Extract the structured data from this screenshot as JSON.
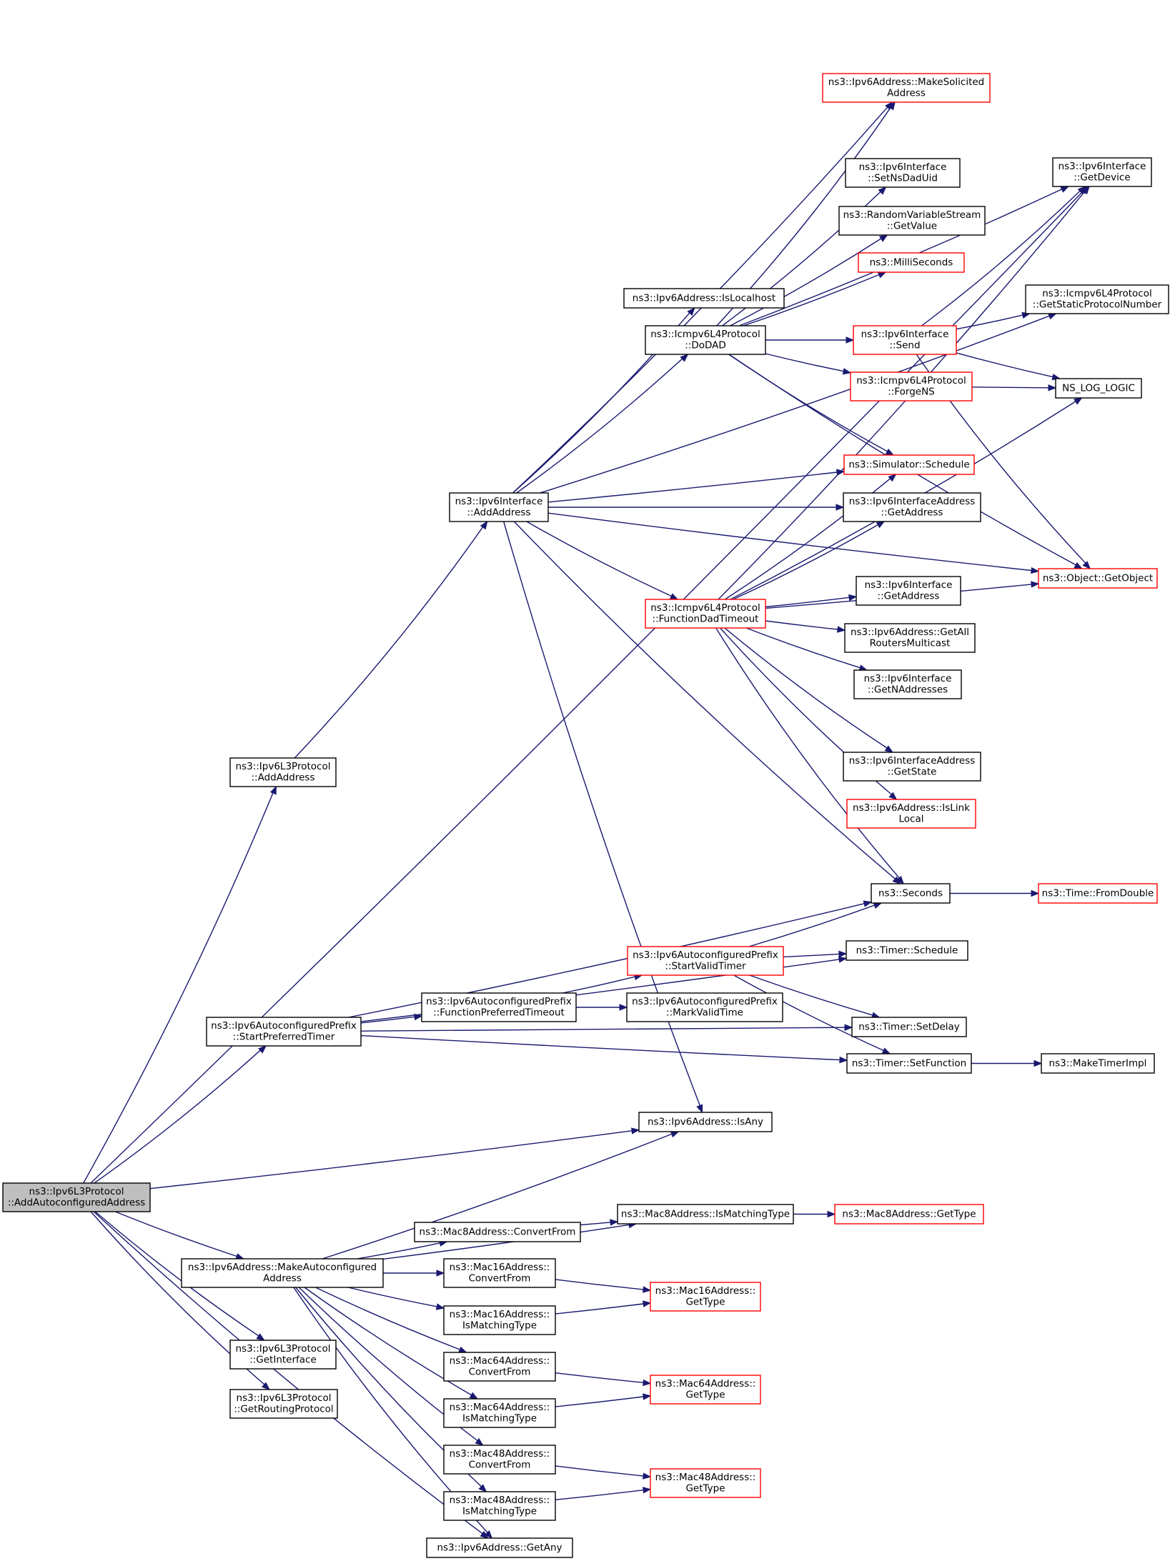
{
  "nodes": [
    {
      "id": "root",
      "lines": [
        "ns3::Ipv6L3Protocol",
        "::AddAutoconfiguredAddress"
      ],
      "border": "root"
    },
    {
      "id": "l3AddAddress",
      "lines": [
        "ns3::Ipv6L3Protocol",
        "::AddAddress"
      ],
      "border": "black"
    },
    {
      "id": "ifAddAddress",
      "lines": [
        "ns3::Ipv6Interface",
        "::AddAddress"
      ],
      "border": "black"
    },
    {
      "id": "makeSolicited",
      "lines": [
        "ns3::Ipv6Address::MakeSolicited",
        "Address"
      ],
      "border": "red"
    },
    {
      "id": "getDevice",
      "lines": [
        "ns3::Ipv6Interface",
        "::GetDevice"
      ],
      "border": "black"
    },
    {
      "id": "setNsDadUid",
      "lines": [
        "ns3::Ipv6Interface",
        "::SetNsDadUid"
      ],
      "border": "black"
    },
    {
      "id": "rvsGetValue",
      "lines": [
        "ns3::RandomVariableStream",
        "::GetValue"
      ],
      "border": "black"
    },
    {
      "id": "milliSeconds",
      "lines": [
        "ns3::MilliSeconds"
      ],
      "border": "red"
    },
    {
      "id": "getStaticProto",
      "lines": [
        "ns3::Icmpv6L4Protocol",
        "::GetStaticProtocolNumber"
      ],
      "border": "black"
    },
    {
      "id": "isLocalhost",
      "lines": [
        "ns3::Ipv6Address::IsLocalhost"
      ],
      "border": "black"
    },
    {
      "id": "doDAD",
      "lines": [
        "ns3::Icmpv6L4Protocol",
        "::DoDAD"
      ],
      "border": "black"
    },
    {
      "id": "ifSend",
      "lines": [
        "ns3::Ipv6Interface",
        "::Send"
      ],
      "border": "red"
    },
    {
      "id": "forgeNS",
      "lines": [
        "ns3::Icmpv6L4Protocol",
        "::ForgeNS"
      ],
      "border": "red"
    },
    {
      "id": "nsLogLogic",
      "lines": [
        "NS_LOG_LOGIC"
      ],
      "border": "black"
    },
    {
      "id": "simSchedule",
      "lines": [
        "ns3::Simulator::Schedule"
      ],
      "border": "red"
    },
    {
      "id": "ifaGetAddress",
      "lines": [
        "ns3::Ipv6InterfaceAddress",
        "::GetAddress"
      ],
      "border": "black"
    },
    {
      "id": "getObject",
      "lines": [
        "ns3::Object::GetObject"
      ],
      "border": "red"
    },
    {
      "id": "funcDadTimeout",
      "lines": [
        "ns3::Icmpv6L4Protocol",
        "::FunctionDadTimeout"
      ],
      "border": "red"
    },
    {
      "id": "ifGetAddress",
      "lines": [
        "ns3::Ipv6Interface",
        "::GetAddress"
      ],
      "border": "black"
    },
    {
      "id": "getAllRouters",
      "lines": [
        "ns3::Ipv6Address::GetAll",
        "RoutersMulticast"
      ],
      "border": "black"
    },
    {
      "id": "getNAddresses",
      "lines": [
        "ns3::Ipv6Interface",
        "::GetNAddresses"
      ],
      "border": "black"
    },
    {
      "id": "ifaGetState",
      "lines": [
        "ns3::Ipv6InterfaceAddress",
        "::GetState"
      ],
      "border": "black"
    },
    {
      "id": "isLinkLocal",
      "lines": [
        "ns3::Ipv6Address::IsLink",
        "Local"
      ],
      "border": "red"
    },
    {
      "id": "seconds",
      "lines": [
        "ns3::Seconds"
      ],
      "border": "black"
    },
    {
      "id": "fromDouble",
      "lines": [
        "ns3::Time::FromDouble"
      ],
      "border": "red"
    },
    {
      "id": "timerSchedule",
      "lines": [
        "ns3::Timer::Schedule"
      ],
      "border": "black"
    },
    {
      "id": "startValid",
      "lines": [
        "ns3::Ipv6AutoconfiguredPrefix",
        "::StartValidTimer"
      ],
      "border": "red"
    },
    {
      "id": "timerSetDelay",
      "lines": [
        "ns3::Timer::SetDelay"
      ],
      "border": "black"
    },
    {
      "id": "funcPrefTimeout",
      "lines": [
        "ns3::Ipv6AutoconfiguredPrefix",
        "::FunctionPreferredTimeout"
      ],
      "border": "black"
    },
    {
      "id": "markValid",
      "lines": [
        "ns3::Ipv6AutoconfiguredPrefix",
        "::MarkValidTime"
      ],
      "border": "black"
    },
    {
      "id": "startPreferred",
      "lines": [
        "ns3::Ipv6AutoconfiguredPrefix",
        "::StartPreferredTimer"
      ],
      "border": "black"
    },
    {
      "id": "timerSetFunction",
      "lines": [
        "ns3::Timer::SetFunction"
      ],
      "border": "black"
    },
    {
      "id": "makeTimerImpl",
      "lines": [
        "ns3::MakeTimerImpl"
      ],
      "border": "black"
    },
    {
      "id": "isAny",
      "lines": [
        "ns3::Ipv6Address::IsAny"
      ],
      "border": "black"
    },
    {
      "id": "mac8ConvertFrom",
      "lines": [
        "ns3::Mac8Address::ConvertFrom"
      ],
      "border": "black"
    },
    {
      "id": "mac8IsMatching",
      "lines": [
        "ns3::Mac8Address::IsMatchingType"
      ],
      "border": "black"
    },
    {
      "id": "mac8GetType",
      "lines": [
        "ns3::Mac8Address::GetType"
      ],
      "border": "red"
    },
    {
      "id": "makeAutoconf",
      "lines": [
        "ns3::Ipv6Address::MakeAutoconfigured",
        "Address"
      ],
      "border": "black"
    },
    {
      "id": "mac16Convert",
      "lines": [
        "ns3::Mac16Address::",
        "ConvertFrom"
      ],
      "border": "black"
    },
    {
      "id": "mac16GetType",
      "lines": [
        "ns3::Mac16Address::",
        "GetType"
      ],
      "border": "red"
    },
    {
      "id": "mac16Matching",
      "lines": [
        "ns3::Mac16Address::",
        "IsMatchingType"
      ],
      "border": "black"
    },
    {
      "id": "mac64Convert",
      "lines": [
        "ns3::Mac64Address::",
        "ConvertFrom"
      ],
      "border": "black"
    },
    {
      "id": "mac64GetType",
      "lines": [
        "ns3::Mac64Address::",
        "GetType"
      ],
      "border": "red"
    },
    {
      "id": "mac64Matching",
      "lines": [
        "ns3::Mac64Address::",
        "IsMatchingType"
      ],
      "border": "black"
    },
    {
      "id": "l3GetInterface",
      "lines": [
        "ns3::Ipv6L3Protocol",
        "::GetInterface"
      ],
      "border": "black"
    },
    {
      "id": "l3GetRouting",
      "lines": [
        "ns3::Ipv6L3Protocol",
        "::GetRoutingProtocol"
      ],
      "border": "black"
    },
    {
      "id": "mac48Convert",
      "lines": [
        "ns3::Mac48Address::",
        "ConvertFrom"
      ],
      "border": "black"
    },
    {
      "id": "mac48GetType",
      "lines": [
        "ns3::Mac48Address::",
        "GetType"
      ],
      "border": "red"
    },
    {
      "id": "mac48Matching",
      "lines": [
        "ns3::Mac48Address::",
        "IsMatchingType"
      ],
      "border": "black"
    },
    {
      "id": "getAny",
      "lines": [
        "ns3::Ipv6Address::GetAny"
      ],
      "border": "black"
    }
  ],
  "edges": [
    {
      "from": "root",
      "to": "getDevice"
    },
    {
      "from": "root",
      "to": "l3AddAddress"
    },
    {
      "from": "root",
      "to": "startPreferred"
    },
    {
      "from": "root",
      "to": "isAny"
    },
    {
      "from": "root",
      "to": "makeAutoconf"
    },
    {
      "from": "root",
      "to": "l3GetInterface"
    },
    {
      "from": "root",
      "to": "l3GetRouting"
    },
    {
      "from": "root",
      "to": "getAny"
    },
    {
      "from": "l3AddAddress",
      "to": "ifAddAddress"
    },
    {
      "from": "ifAddAddress",
      "to": "makeSolicited"
    },
    {
      "from": "ifAddAddress",
      "to": "getStaticProto"
    },
    {
      "from": "ifAddAddress",
      "to": "isLocalhost"
    },
    {
      "from": "ifAddAddress",
      "to": "doDAD"
    },
    {
      "from": "ifAddAddress",
      "to": "simSchedule"
    },
    {
      "from": "ifAddAddress",
      "to": "ifaGetAddress"
    },
    {
      "from": "ifAddAddress",
      "to": "funcDadTimeout"
    },
    {
      "from": "ifAddAddress",
      "to": "getObject"
    },
    {
      "from": "ifAddAddress",
      "to": "seconds"
    },
    {
      "from": "ifAddAddress",
      "to": "isAny"
    },
    {
      "from": "doDAD",
      "to": "makeSolicited"
    },
    {
      "from": "doDAD",
      "to": "getDevice"
    },
    {
      "from": "doDAD",
      "to": "setNsDadUid"
    },
    {
      "from": "doDAD",
      "to": "rvsGetValue"
    },
    {
      "from": "doDAD",
      "to": "milliSeconds"
    },
    {
      "from": "doDAD",
      "to": "ifSend"
    },
    {
      "from": "doDAD",
      "to": "forgeNS"
    },
    {
      "from": "doDAD",
      "to": "simSchedule"
    },
    {
      "from": "doDAD",
      "to": "getObject"
    },
    {
      "from": "ifSend",
      "to": "getDevice"
    },
    {
      "from": "ifSend",
      "to": "getStaticProto"
    },
    {
      "from": "ifSend",
      "to": "nsLogLogic"
    },
    {
      "from": "ifSend",
      "to": "getObject"
    },
    {
      "from": "forgeNS",
      "to": "nsLogLogic"
    },
    {
      "from": "funcDadTimeout",
      "to": "getDevice"
    },
    {
      "from": "funcDadTimeout",
      "to": "nsLogLogic"
    },
    {
      "from": "funcDadTimeout",
      "to": "simSchedule"
    },
    {
      "from": "funcDadTimeout",
      "to": "ifaGetAddress"
    },
    {
      "from": "funcDadTimeout",
      "to": "getObject"
    },
    {
      "from": "funcDadTimeout",
      "to": "ifGetAddress"
    },
    {
      "from": "funcDadTimeout",
      "to": "getAllRouters"
    },
    {
      "from": "funcDadTimeout",
      "to": "getNAddresses"
    },
    {
      "from": "funcDadTimeout",
      "to": "ifaGetState"
    },
    {
      "from": "funcDadTimeout",
      "to": "isLinkLocal"
    },
    {
      "from": "funcDadTimeout",
      "to": "seconds"
    },
    {
      "from": "seconds",
      "to": "fromDouble"
    },
    {
      "from": "startPreferred",
      "to": "seconds"
    },
    {
      "from": "startPreferred",
      "to": "timerSchedule"
    },
    {
      "from": "startPreferred",
      "to": "funcPrefTimeout"
    },
    {
      "from": "startPreferred",
      "to": "timerSetDelay"
    },
    {
      "from": "startPreferred",
      "to": "timerSetFunction"
    },
    {
      "from": "funcPrefTimeout",
      "to": "startValid"
    },
    {
      "from": "funcPrefTimeout",
      "to": "markValid"
    },
    {
      "from": "startValid",
      "to": "seconds"
    },
    {
      "from": "startValid",
      "to": "timerSchedule"
    },
    {
      "from": "startValid",
      "to": "timerSetDelay"
    },
    {
      "from": "startValid",
      "to": "timerSetFunction"
    },
    {
      "from": "timerSetFunction",
      "to": "makeTimerImpl"
    },
    {
      "from": "makeAutoconf",
      "to": "isAny"
    },
    {
      "from": "makeAutoconf",
      "to": "mac8IsMatching"
    },
    {
      "from": "makeAutoconf",
      "to": "mac8ConvertFrom"
    },
    {
      "from": "makeAutoconf",
      "to": "mac16Convert"
    },
    {
      "from": "makeAutoconf",
      "to": "mac16Matching"
    },
    {
      "from": "makeAutoconf",
      "to": "mac64Convert"
    },
    {
      "from": "makeAutoconf",
      "to": "mac64Matching"
    },
    {
      "from": "makeAutoconf",
      "to": "mac48Convert"
    },
    {
      "from": "makeAutoconf",
      "to": "mac48Matching"
    },
    {
      "from": "makeAutoconf",
      "to": "getAny"
    },
    {
      "from": "mac8ConvertFrom",
      "to": "mac8IsMatching"
    },
    {
      "from": "mac8IsMatching",
      "to": "mac8GetType"
    },
    {
      "from": "mac16Convert",
      "to": "mac16GetType"
    },
    {
      "from": "mac16Matching",
      "to": "mac16GetType"
    },
    {
      "from": "mac64Convert",
      "to": "mac64GetType"
    },
    {
      "from": "mac64Matching",
      "to": "mac64GetType"
    },
    {
      "from": "mac48Convert",
      "to": "mac48GetType"
    },
    {
      "from": "mac48Matching",
      "to": "mac48GetType"
    }
  ]
}
